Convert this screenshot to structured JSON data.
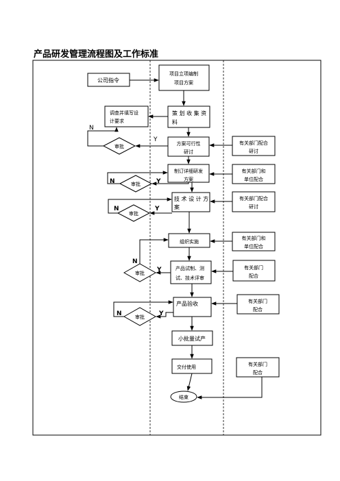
{
  "title": "产品研发管理流程图及工作标准",
  "nodes": {
    "company_order": "公司指令",
    "project_plan": [
      "项目立项编制",
      "项目方案"
    ],
    "survey": [
      "调查并填写设",
      "计要求"
    ],
    "collect": [
      "策 划 收 集 资",
      "料"
    ],
    "feasibility": [
      "方案可行性",
      "研讨"
    ],
    "detail_plan": [
      "制订详细研发",
      "方案"
    ],
    "tech_design": [
      "技 术 设 计 方",
      "案"
    ],
    "implement": "组织实施",
    "trial": [
      "产品试制、测",
      "试、技术评审"
    ],
    "acceptance": "产品验收",
    "small_batch": "小批量试产",
    "delivery": "交付使用",
    "end": "结束"
  },
  "side_notes": {
    "n1": [
      "有关部门配合",
      "研讨"
    ],
    "n2": [
      "有关部门和",
      "单位配合"
    ],
    "n3": [
      "有关部门配合",
      "研讨"
    ],
    "n4": [
      "有关部门和",
      "单位配合"
    ],
    "n5": [
      "有关部门",
      "配合"
    ],
    "n6": [
      "有关部门",
      "配合"
    ],
    "n7": [
      "有关部门",
      "配合"
    ]
  },
  "decisions": {
    "d1": "审批",
    "d2": "审批",
    "d3": "审批",
    "d4": "审批",
    "d5": "审批"
  },
  "labels": {
    "n": "N",
    "y": "Y"
  }
}
